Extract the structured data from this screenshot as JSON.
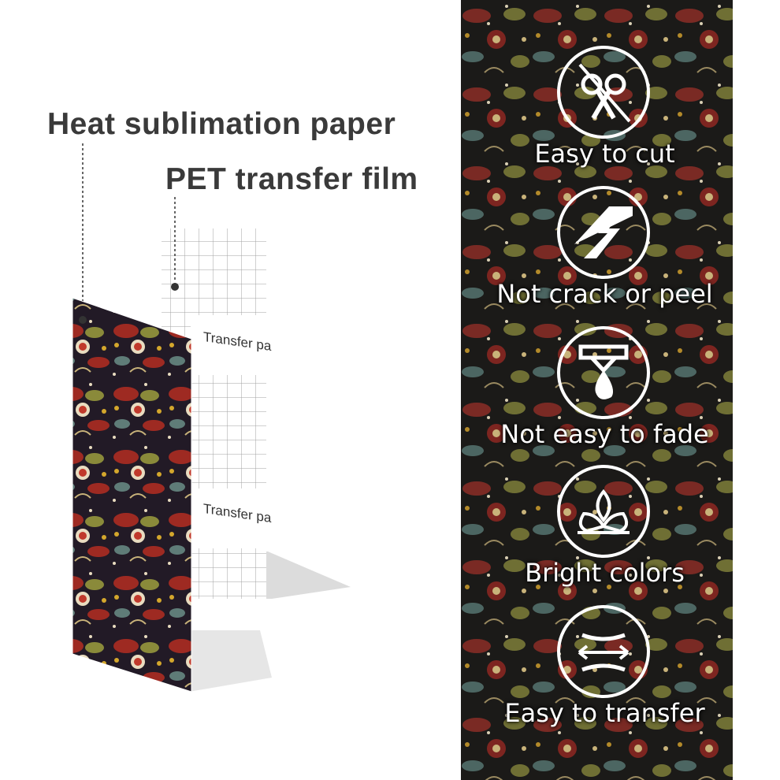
{
  "labels": {
    "heat_sublimation": "Heat sublimation paper",
    "pet_film": "PET transfer film",
    "transfer_text_1": "Transfer pa",
    "transfer_text_2": "Transfer pa"
  },
  "features": [
    {
      "label": "Easy to cut",
      "icon": "scissors-icon"
    },
    {
      "label": "Not crack or peel",
      "icon": "crack-icon"
    },
    {
      "label": "Not easy to fade",
      "icon": "drop-fade-icon"
    },
    {
      "label": "Bright colors",
      "icon": "petals-icon"
    },
    {
      "label": "Easy to transfer",
      "icon": "transfer-arrows-icon"
    }
  ],
  "colors": {
    "panel_dark": "#1b1a18",
    "pattern_red": "#9e2a22",
    "pattern_olive": "#8a8a3a",
    "pattern_teal": "#5f7c78",
    "pattern_cream": "#e9dcc0",
    "label_gray": "#3a3a3a"
  }
}
